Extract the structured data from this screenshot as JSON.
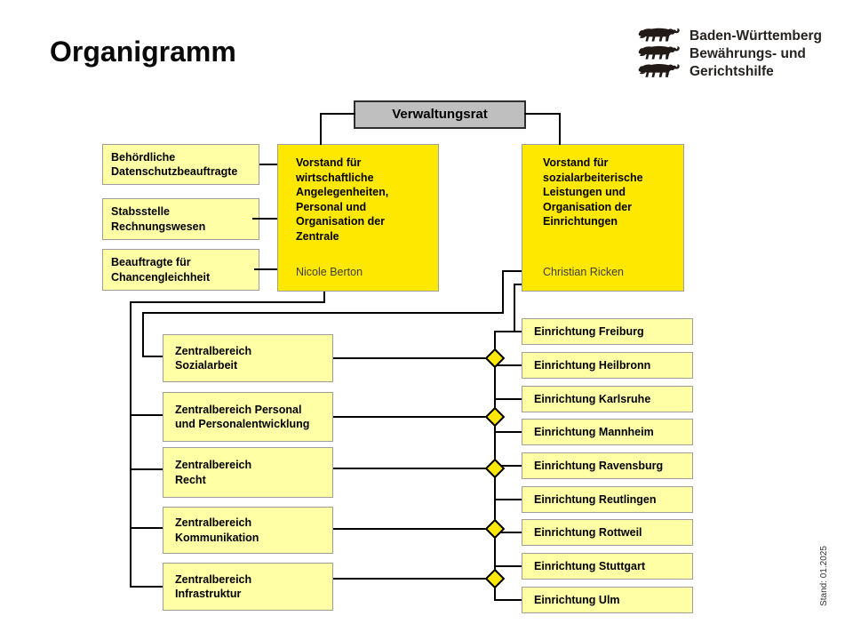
{
  "theme": {
    "bright_yellow": "#FFE800",
    "pale_yellow": "#FFFFA6",
    "box_border": "#9E9E9E",
    "gray_box_fill": "#BFBFBF",
    "gray_box_border": "#2E2E2E",
    "line_color": "#000000",
    "name_text": "#3D3D3D"
  },
  "header": {
    "title": "Organigramm",
    "logo": {
      "icon": "three-lions-icon",
      "org_name": "Baden-Württemberg\nBewährungs- und\nGerichtshilfe"
    }
  },
  "board": {
    "label": "Verwaltungsrat"
  },
  "vorstaende": [
    {
      "title": "Vorstand für\nwirtschaftliche\nAngelegenheiten,\nPersonal und\nOrganisation der\nZentrale",
      "name": "Nicole Berton"
    },
    {
      "title": "Vorstand für\nsozialarbeiterische\nLeistungen und\nOrganisation der\nEinrichtungen",
      "name": "Christian Ricken"
    }
  ],
  "stabsstellen": [
    {
      "label": "Behördliche\nDatenschutzbeauftragte"
    },
    {
      "label": "Stabsstelle\nRechnungswesen"
    },
    {
      "label": "Beauftragte für\nChancengleichheit"
    }
  ],
  "zentralbereiche": [
    {
      "label": "Zentralbereich\nSozialarbeit"
    },
    {
      "label": "Zentralbereich Personal\nund Personalentwicklung"
    },
    {
      "label": "Zentralbereich\nRecht"
    },
    {
      "label": "Zentralbereich\nKommunikation"
    },
    {
      "label": "Zentralbereich\nInfrastruktur"
    }
  ],
  "einrichtungen": [
    {
      "label": "Einrichtung Freiburg"
    },
    {
      "label": "Einrichtung Heilbronn"
    },
    {
      "label": "Einrichtung Karlsruhe"
    },
    {
      "label": "Einrichtung Mannheim"
    },
    {
      "label": "Einrichtung Ravensburg"
    },
    {
      "label": "Einrichtung Reutlingen"
    },
    {
      "label": "Einrichtung Rottweil"
    },
    {
      "label": "Einrichtung Stuttgart"
    },
    {
      "label": "Einrichtung Ulm"
    }
  ],
  "footer": {
    "stand": "Stand: 01.2025"
  }
}
